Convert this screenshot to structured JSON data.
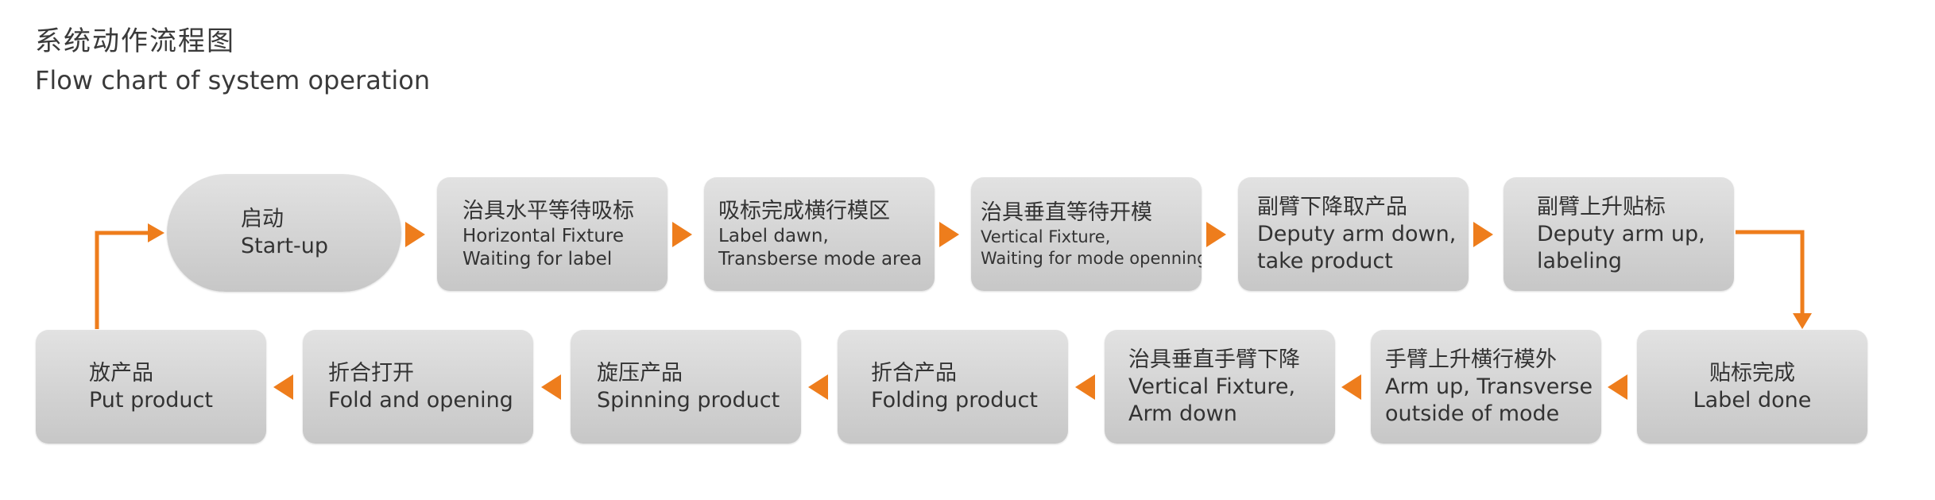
{
  "title_zh": "系统动作流程图",
  "title_en": "Flow chart of system operation",
  "accent_color": "#ee7d1c",
  "nodes": [
    {
      "zh": "启动",
      "en": "Start-up"
    },
    {
      "zh": "治具水平等待吸标",
      "en": "Horizontal Fixture",
      "en2": "Waiting for label"
    },
    {
      "zh": "吸标完成横行模区",
      "en": "Label dawn,",
      "en2": "Transberse mode area"
    },
    {
      "zh": "治具垂直等待开模",
      "en": "Vertical Fixture,",
      "en2": "Waiting for mode openning"
    },
    {
      "zh": "副臂下降取产品",
      "en": "Deputy arm down,",
      "en2": "take product"
    },
    {
      "zh": "副臂上升贴标",
      "en": "Deputy arm up,",
      "en2": "labeling"
    },
    {
      "zh": "贴标完成",
      "en": "Label done"
    },
    {
      "zh": "手臂上升横行模外",
      "en": "Arm up, Transverse",
      "en2": "outside of mode"
    },
    {
      "zh": "治具垂直手臂下降",
      "en": "Vertical Fixture,",
      "en2": "Arm down"
    },
    {
      "zh": "折合产品",
      "en": "Folding product"
    },
    {
      "zh": "旋压产品",
      "en": "Spinning product"
    },
    {
      "zh": "折合打开",
      "en": "Fold and opening"
    },
    {
      "zh": "放产品",
      "en": "Put product"
    }
  ]
}
